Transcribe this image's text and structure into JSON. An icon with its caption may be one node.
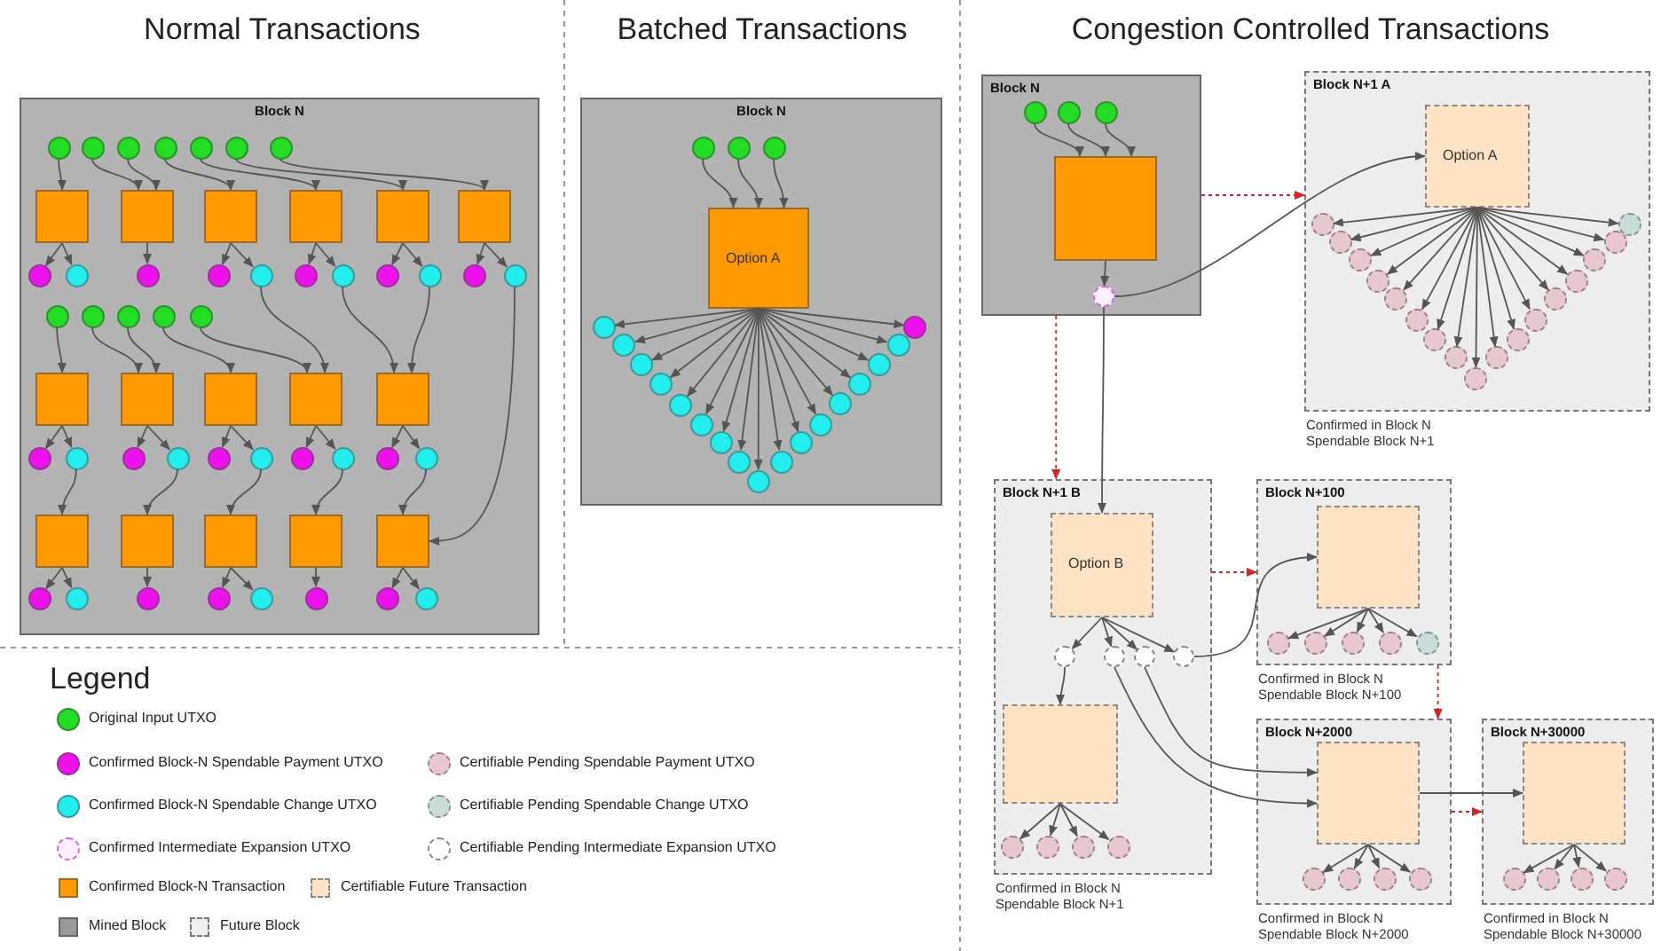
{
  "diagram": {
    "nodes": [
      {
        "text": [
          "Block N"
        ]
      },
      {
        "text": [],
        "shape": "circle",
        "in": 0
      },
      {
        "text": [],
        "shape": "circle",
        "in": 0
      },
      {
        "text": [],
        "shape": "circle",
        "in": 0
      },
      {
        "text": [],
        "shape": "circle",
        "in": 0
      },
      {
        "text": [],
        "shape": "circle",
        "in": 0
      },
      {
        "text": [],
        "shape": "circle",
        "in": 0
      },
      {
        "text": [],
        "shape": "circle",
        "in": 0
      },
      {
        "text": [],
        "shape": "box",
        "in": 0
      },
      {
        "text": [],
        "shape": "box",
        "in": 0
      },
      {
        "text": [],
        "shape": "box",
        "in": 0
      },
      {
        "text": [],
        "shape": "box",
        "in": 0
      },
      {
        "text": [],
        "shape": "box",
        "in": 0
      },
      {
        "text": [],
        "shape": "box",
        "in": 0
      },
      {
        "text": [],
        "shape": "circle",
        "in": 0
      },
      {
        "text": [],
        "shape": "circle",
        "in": 0
      },
      {
        "text": [],
        "shape": "circle",
        "in": 0
      },
      {
        "text": [],
        "shape": "circle",
        "in": 0
      },
      {
        "text": [],
        "shape": "circle",
        "in": 0
      },
      {
        "text": [],
        "shape": "circle",
        "in": 0
      },
      {
        "text": [],
        "shape": "circle",
        "in": 0
      },
      {
        "text": [],
        "shape": "circle",
        "in": 0
      },
      {
        "text": [],
        "shape": "circle",
        "in": 0
      },
      {
        "text": [],
        "shape": "circle",
        "in": 0
      },
      {
        "text": [],
        "shape": "circle",
        "in": 0
      },
      {
        "text": [],
        "shape": "circle",
        "in": 0
      },
      {
        "text": [],
        "shape": "circle",
        "in": 0
      },
      {
        "text": [],
        "shape": "circle",
        "in": 0
      },
      {
        "text": [],
        "shape": "circle",
        "in": 0
      },
      {
        "text": [],
        "shape": "circle",
        "in": 0
      },
      {
        "text": [],
        "shape": "box",
        "in": 0
      },
      {
        "text": [],
        "shape": "box",
        "in": 0
      },
      {
        "text": [],
        "shape": "box",
        "in": 0
      },
      {
        "text": [],
        "shape": "box",
        "in": 0
      },
      {
        "text": [],
        "shape": "box",
        "in": 0
      },
      {
        "text": [],
        "shape": "circle",
        "in": 0
      },
      {
        "text": [],
        "shape": "circle",
        "in": 0
      },
      {
        "text": [],
        "shape": "circle",
        "in": 0
      },
      {
        "text": [],
        "shape": "circle",
        "in": 0
      },
      {
        "text": [],
        "shape": "circle",
        "in": 0
      },
      {
        "text": [],
        "shape": "circle",
        "in": 0
      },
      {
        "text": [],
        "shape": "circle",
        "in": 0
      },
      {
        "text": [],
        "shape": "circle",
        "in": 0
      },
      {
        "text": [],
        "shape": "circle",
        "in": 0
      },
      {
        "text": [],
        "shape": "circle",
        "in": 0
      },
      {
        "text": [],
        "shape": "box",
        "in": 0
      },
      {
        "text": [],
        "shape": "box",
        "in": 0
      },
      {
        "text": [],
        "shape": "box",
        "in": 0
      },
      {
        "text": [],
        "shape": "box",
        "in": 0
      },
      {
        "text": [],
        "shape": "box",
        "in": 0
      },
      {
        "text": [],
        "shape": "circle",
        "in": 0
      },
      {
        "text": [],
        "shape": "circle",
        "in": 0
      },
      {
        "text": [],
        "shape": "circle",
        "in": 0
      },
      {
        "text": [],
        "shape": "circle",
        "in": 0
      },
      {
        "text": [],
        "shape": "circle",
        "in": 0
      },
      {
        "text": [],
        "shape": "circle",
        "in": 0
      },
      {
        "text": [],
        "shape": "circle",
        "in": 0
      },
      {
        "text": [],
        "shape": "circle",
        "in": 0
      },
      {
        "text": [
          "Block N"
        ]
      },
      {
        "text": [],
        "shape": "circle",
        "in": 58
      },
      {
        "text": [],
        "shape": "circle",
        "in": 58
      },
      {
        "text": [],
        "shape": "circle",
        "in": 58
      },
      {
        "text": [
          "Option A"
        ],
        "in": 58
      },
      {
        "text": [],
        "shape": "circle",
        "in": 58
      },
      {
        "text": [],
        "shape": "circle",
        "in": 58
      },
      {
        "text": [],
        "shape": "circle",
        "in": 58
      },
      {
        "text": [],
        "shape": "circle",
        "in": 58
      },
      {
        "text": [],
        "shape": "circle",
        "in": 58
      },
      {
        "text": [],
        "shape": "circle",
        "in": 58
      },
      {
        "text": [],
        "shape": "circle",
        "in": 58
      },
      {
        "text": [],
        "shape": "circle",
        "in": 58
      },
      {
        "text": [],
        "shape": "circle",
        "in": 58
      },
      {
        "text": [],
        "shape": "circle",
        "in": 58
      },
      {
        "text": [],
        "shape": "circle",
        "in": 58
      },
      {
        "text": [],
        "shape": "circle",
        "in": 58
      },
      {
        "text": [],
        "shape": "circle",
        "in": 58
      },
      {
        "text": [],
        "shape": "circle",
        "in": 58
      },
      {
        "text": [],
        "shape": "circle",
        "in": 58
      },
      {
        "text": [],
        "shape": "circle",
        "in": 58
      },
      {
        "text": [],
        "shape": "circle",
        "in": 58
      },
      {
        "text": [
          "Block N"
        ]
      },
      {
        "text": [],
        "shape": "circle",
        "in": 80
      },
      {
        "text": [],
        "shape": "circle",
        "in": 80
      },
      {
        "text": [],
        "shape": "circle",
        "in": 80
      },
      {
        "text": [],
        "shape": "box",
        "in": 80
      },
      {
        "text": [],
        "shape": "circle",
        "in": 80
      },
      {
        "text": [
          "Block N+1 A"
        ],
        "beside": [
          "Confirmed in Block N Spendable Block N+1"
        ]
      },
      {
        "text": [
          "Option A"
        ],
        "in": 86
      },
      {
        "text": [],
        "shape": "circle",
        "in": 86
      },
      {
        "text": [],
        "shape": "circle",
        "in": 86
      },
      {
        "text": [],
        "shape": "circle",
        "in": 86
      },
      {
        "text": [],
        "shape": "circle",
        "in": 86
      },
      {
        "text": [],
        "shape": "circle",
        "in": 86
      },
      {
        "text": [],
        "shape": "circle",
        "in": 86
      },
      {
        "text": [],
        "shape": "circle",
        "in": 86
      },
      {
        "text": [],
        "shape": "circle",
        "in": 86
      },
      {
        "text": [],
        "shape": "circle",
        "in": 86
      },
      {
        "text": [],
        "shape": "circle",
        "in": 86
      },
      {
        "text": [],
        "shape": "circle",
        "in": 86
      },
      {
        "text": [],
        "shape": "circle",
        "in": 86
      },
      {
        "text": [],
        "shape": "circle",
        "in": 86
      },
      {
        "text": [],
        "shape": "circle",
        "in": 86
      },
      {
        "text": [],
        "shape": "circle",
        "in": 86
      },
      {
        "text": [],
        "shape": "circle",
        "in": 86
      },
      {
        "text": [],
        "shape": "circle",
        "in": 86
      },
      {
        "text": [
          "Block N+1 B"
        ],
        "beside": [
          "Confirmed in Block N Spendable Block N+1"
        ]
      },
      {
        "text": [
          "Option B"
        ],
        "in": 105
      },
      {
        "text": [],
        "shape": "circle",
        "in": 105
      },
      {
        "text": [],
        "shape": "circle",
        "in": 105
      },
      {
        "text": [],
        "shape": "circle",
        "in": 105
      },
      {
        "text": [],
        "shape": "circle",
        "in": 105
      },
      {
        "text": [],
        "shape": "box",
        "in": 105
      },
      {
        "text": [],
        "shape": "circle",
        "in": 105
      },
      {
        "text": [],
        "shape": "circle",
        "in": 105
      },
      {
        "text": [],
        "shape": "circle",
        "in": 105
      },
      {
        "text": [],
        "shape": "circle",
        "in": 105
      },
      {
        "text": [
          "Block N+100"
        ],
        "beside": [
          "Confirmed in Block N Spendable Block N+100"
        ]
      },
      {
        "text": [],
        "shape": "box",
        "in": 116
      },
      {
        "text": [],
        "shape": "circle",
        "in": 116
      },
      {
        "text": [],
        "shape": "circle",
        "in": 116
      },
      {
        "text": [],
        "shape": "circle",
        "in": 116
      },
      {
        "text": [],
        "shape": "circle",
        "in": 116
      },
      {
        "text": [],
        "shape": "circle",
        "in": 116
      },
      {
        "text": [
          "Block N+2000"
        ],
        "beside": [
          "Confirmed in Block N Spendable Block N+2000"
        ]
      },
      {
        "text": [],
        "shape": "box",
        "in": 123
      },
      {
        "text": [],
        "shape": "circle",
        "in": 123
      },
      {
        "text": [],
        "shape": "circle",
        "in": 123
      },
      {
        "text": [],
        "shape": "circle",
        "in": 123
      },
      {
        "text": [],
        "shape": "circle",
        "in": 123
      },
      {
        "text": [
          "Block N+30000"
        ],
        "beside": [
          "Confirmed in Block N Spendable Block N+30000"
        ]
      },
      {
        "text": [],
        "shape": "box",
        "in": 129
      },
      {
        "text": [],
        "shape": "circle",
        "in": 129
      },
      {
        "text": [],
        "shape": "circle",
        "in": 129
      },
      {
        "text": [],
        "shape": "circle",
        "in": 129
      },
      {
        "text": [],
        "shape": "circle",
        "in": 129
      }
    ],
    "edges": [
      {
        "from": 1,
        "to": 8,
        "arrow": "to"
      },
      {
        "from": 2,
        "to": 9,
        "arrow": "to"
      },
      {
        "from": 3,
        "to": 9,
        "arrow": "to"
      },
      {
        "from": 4,
        "to": 10,
        "arrow": "to"
      },
      {
        "from": 5,
        "to": 11,
        "arrow": "to"
      },
      {
        "from": 6,
        "to": 12,
        "arrow": "to"
      },
      {
        "from": 7,
        "to": 13,
        "arrow": "to"
      },
      {
        "from": 8,
        "to": 14,
        "arrow": "to"
      },
      {
        "from": 8,
        "to": 15,
        "arrow": "to"
      },
      {
        "from": 9,
        "to": 16,
        "arrow": "to"
      },
      {
        "from": 10,
        "to": 17,
        "arrow": "to"
      },
      {
        "from": 10,
        "to": 18,
        "arrow": "to"
      },
      {
        "from": 11,
        "to": 19,
        "arrow": "to"
      },
      {
        "from": 11,
        "to": 20,
        "arrow": "to"
      },
      {
        "from": 12,
        "to": 21,
        "arrow": "to"
      },
      {
        "from": 12,
        "to": 22,
        "arrow": "to"
      },
      {
        "from": 13,
        "to": 23,
        "arrow": "to"
      },
      {
        "from": 13,
        "to": 24,
        "arrow": "to"
      },
      {
        "from": 25,
        "to": 30,
        "arrow": "to"
      },
      {
        "from": 26,
        "to": 31,
        "arrow": "to"
      },
      {
        "from": 27,
        "to": 31,
        "arrow": "to"
      },
      {
        "from": 28,
        "to": 32,
        "arrow": "to"
      },
      {
        "from": 29,
        "to": 33,
        "arrow": "to"
      },
      {
        "from": 18,
        "to": 33,
        "arrow": "to"
      },
      {
        "from": 20,
        "to": 34,
        "arrow": "to"
      },
      {
        "from": 22,
        "to": 34,
        "arrow": "to"
      },
      {
        "from": 24,
        "to": 49,
        "arrow": "to"
      },
      {
        "from": 30,
        "to": 35,
        "arrow": "to"
      },
      {
        "from": 30,
        "to": 36,
        "arrow": "to"
      },
      {
        "from": 31,
        "to": 37,
        "arrow": "to"
      },
      {
        "from": 31,
        "to": 38,
        "arrow": "to"
      },
      {
        "from": 32,
        "to": 39,
        "arrow": "to"
      },
      {
        "from": 32,
        "to": 40,
        "arrow": "to"
      },
      {
        "from": 33,
        "to": 41,
        "arrow": "to"
      },
      {
        "from": 33,
        "to": 42,
        "arrow": "to"
      },
      {
        "from": 34,
        "to": 43,
        "arrow": "to"
      },
      {
        "from": 34,
        "to": 44,
        "arrow": "to"
      },
      {
        "from": 36,
        "to": 45,
        "arrow": "to"
      },
      {
        "from": 38,
        "to": 46,
        "arrow": "to"
      },
      {
        "from": 40,
        "to": 47,
        "arrow": "to"
      },
      {
        "from": 42,
        "to": 48,
        "arrow": "to"
      },
      {
        "from": 44,
        "to": 49,
        "arrow": "to"
      },
      {
        "from": 45,
        "to": 50,
        "arrow": "to"
      },
      {
        "from": 45,
        "to": 51,
        "arrow": "to"
      },
      {
        "from": 46,
        "to": 52,
        "arrow": "to"
      },
      {
        "from": 47,
        "to": 53,
        "arrow": "to"
      },
      {
        "from": 47,
        "to": 54,
        "arrow": "to"
      },
      {
        "from": 48,
        "to": 55,
        "arrow": "to"
      },
      {
        "from": 49,
        "to": 56,
        "arrow": "to"
      },
      {
        "from": 49,
        "to": 57,
        "arrow": "to"
      },
      {
        "from": 59,
        "to": 62,
        "arrow": "to"
      },
      {
        "from": 60,
        "to": 62,
        "arrow": "to"
      },
      {
        "from": 61,
        "to": 62,
        "arrow": "to"
      },
      {
        "from": 62,
        "to": 63,
        "arrow": "to"
      },
      {
        "from": 62,
        "to": 64,
        "arrow": "to"
      },
      {
        "from": 62,
        "to": 65,
        "arrow": "to"
      },
      {
        "from": 62,
        "to": 66,
        "arrow": "to"
      },
      {
        "from": 62,
        "to": 67,
        "arrow": "to"
      },
      {
        "from": 62,
        "to": 68,
        "arrow": "to"
      },
      {
        "from": 62,
        "to": 69,
        "arrow": "to"
      },
      {
        "from": 62,
        "to": 70,
        "arrow": "to"
      },
      {
        "from": 62,
        "to": 71,
        "arrow": "to"
      },
      {
        "from": 62,
        "to": 72,
        "arrow": "to"
      },
      {
        "from": 62,
        "to": 73,
        "arrow": "to"
      },
      {
        "from": 62,
        "to": 74,
        "arrow": "to"
      },
      {
        "from": 62,
        "to": 75,
        "arrow": "to"
      },
      {
        "from": 62,
        "to": 76,
        "arrow": "to"
      },
      {
        "from": 62,
        "to": 77,
        "arrow": "to"
      },
      {
        "from": 62,
        "to": 78,
        "arrow": "to"
      },
      {
        "from": 62,
        "to": 79,
        "arrow": "to"
      },
      {
        "from": 81,
        "to": 84,
        "arrow": "to"
      },
      {
        "from": 82,
        "to": 84,
        "arrow": "to"
      },
      {
        "from": 83,
        "to": 84,
        "arrow": "to"
      },
      {
        "from": 84,
        "to": 85,
        "arrow": "to"
      },
      {
        "from": 85,
        "to": 87,
        "arrow": "to"
      },
      {
        "from": 85,
        "to": 106,
        "arrow": "to"
      },
      {
        "from": 87,
        "to": 88,
        "arrow": "to"
      },
      {
        "from": 87,
        "to": 89,
        "arrow": "to"
      },
      {
        "from": 87,
        "to": 90,
        "arrow": "to"
      },
      {
        "from": 87,
        "to": 91,
        "arrow": "to"
      },
      {
        "from": 87,
        "to": 92,
        "arrow": "to"
      },
      {
        "from": 87,
        "to": 93,
        "arrow": "to"
      },
      {
        "from": 87,
        "to": 94,
        "arrow": "to"
      },
      {
        "from": 87,
        "to": 95,
        "arrow": "to"
      },
      {
        "from": 87,
        "to": 96,
        "arrow": "to"
      },
      {
        "from": 87,
        "to": 97,
        "arrow": "to"
      },
      {
        "from": 87,
        "to": 98,
        "arrow": "to"
      },
      {
        "from": 87,
        "to": 99,
        "arrow": "to"
      },
      {
        "from": 87,
        "to": 100,
        "arrow": "to"
      },
      {
        "from": 87,
        "to": 101,
        "arrow": "to"
      },
      {
        "from": 87,
        "to": 102,
        "arrow": "to"
      },
      {
        "from": 87,
        "to": 103,
        "arrow": "to"
      },
      {
        "from": 87,
        "to": 104,
        "arrow": "to"
      },
      {
        "from": 106,
        "to": 107,
        "arrow": "to"
      },
      {
        "from": 106,
        "to": 108,
        "arrow": "to"
      },
      {
        "from": 106,
        "to": 109,
        "arrow": "to"
      },
      {
        "from": 106,
        "to": 110,
        "arrow": "to"
      },
      {
        "from": 107,
        "to": 111,
        "arrow": "to"
      },
      {
        "from": 111,
        "to": 112,
        "arrow": "to"
      },
      {
        "from": 111,
        "to": 113,
        "arrow": "to"
      },
      {
        "from": 111,
        "to": 114,
        "arrow": "to"
      },
      {
        "from": 111,
        "to": 115,
        "arrow": "to"
      },
      {
        "from": 110,
        "to": 117,
        "arrow": "to"
      },
      {
        "from": 108,
        "to": 124,
        "arrow": "to"
      },
      {
        "from": 109,
        "to": 124,
        "arrow": "to"
      },
      {
        "from": 124,
        "to": 130,
        "arrow": "to"
      },
      {
        "from": 117,
        "to": 118,
        "arrow": "to"
      },
      {
        "from": 117,
        "to": 119,
        "arrow": "to"
      },
      {
        "from": 117,
        "to": 120,
        "arrow": "to"
      },
      {
        "from": 117,
        "to": 121,
        "arrow": "to"
      },
      {
        "from": 117,
        "to": 122,
        "arrow": "to"
      },
      {
        "from": 124,
        "to": 125,
        "arrow": "to"
      },
      {
        "from": 124,
        "to": 126,
        "arrow": "to"
      },
      {
        "from": 124,
        "to": 127,
        "arrow": "to"
      },
      {
        "from": 124,
        "to": 128,
        "arrow": "to"
      },
      {
        "from": 130,
        "to": 131,
        "arrow": "to"
      },
      {
        "from": 130,
        "to": 132,
        "arrow": "to"
      },
      {
        "from": 130,
        "to": 133,
        "arrow": "to"
      },
      {
        "from": 130,
        "to": 134,
        "arrow": "to"
      },
      {
        "from": 80,
        "to": 86,
        "arrow": "to",
        "style": "dashed",
        "color": "#dd2222"
      },
      {
        "from": 80,
        "to": 105,
        "arrow": "to",
        "style": "dashed",
        "color": "#dd2222"
      },
      {
        "from": 105,
        "to": 116,
        "arrow": "to",
        "style": "dashed",
        "color": "#dd2222"
      },
      {
        "from": 116,
        "to": 123,
        "arrow": "to",
        "style": "dashed",
        "color": "#dd2222"
      },
      {
        "from": 123,
        "to": 129,
        "arrow": "to",
        "style": "dashed",
        "color": "#dd2222"
      }
    ],
    "labels": [
      "Normal Transactions",
      "Batched Transactions",
      "Congestion Controlled Transactions",
      "Legend"
    ],
    "legend": [
      {
        "text": "Original Input UTXO",
        "color": "#22dd22"
      },
      {
        "text": "Confirmed Block-N Spendable Payment UTXO",
        "color": "#ee11ee"
      },
      {
        "text": "Certifiable Pending Spendable Payment UTXO",
        "color": "#e8c8d0"
      },
      {
        "text": "Confirmed Block-N Spendable Change UTXO",
        "color": "#22eeee"
      },
      {
        "text": "Certifiable Pending Spendable Change UTXO",
        "color": "#c8dcd8"
      },
      {
        "text": "Confirmed Intermediate Expansion UTXO",
        "color": "#fff0ff"
      },
      {
        "text": "Certifiable Pending Intermediate Expansion UTXO",
        "color": "#ffffff"
      },
      {
        "text": "Confirmed Block-N Transaction",
        "color": "#ff9900"
      },
      {
        "text": "Certifiable Future Transaction",
        "color": "#fde3c4"
      },
      {
        "text": "Mined Block",
        "color": "#999999"
      },
      {
        "text": "Future Block",
        "color": "#eeeeee"
      }
    ]
  }
}
